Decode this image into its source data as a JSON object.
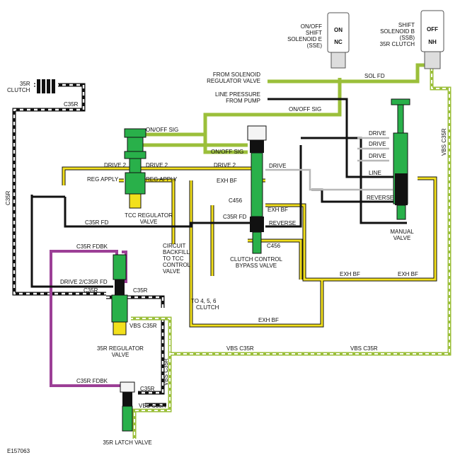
{
  "figure_id": "E157063",
  "colors": {
    "line_black": "#111111",
    "sol_green": "#9bbf3a",
    "yellow": "#f2e01c",
    "purple": "#9c3f96",
    "valve_green": "#29b04a",
    "gray": "#b8b8b8",
    "white": "#ffffff"
  },
  "solenoids": {
    "sse": {
      "state_top": "ON",
      "state_bottom": "NC",
      "label_lines": [
        "ON/OFF",
        "SHIFT",
        "SOLENOID E",
        "(SSE)"
      ]
    },
    "ssb": {
      "state_top": "OFF",
      "state_bottom": "NH",
      "label_lines": [
        "SHIFT",
        "SOLENOID B",
        "(SSB)",
        "35R CLUTCH"
      ]
    }
  },
  "clutch": {
    "label_lines": [
      "35R",
      "CLUTCH"
    ]
  },
  "valves": {
    "tcc": [
      "TCC REGULATOR",
      "VALVE"
    ],
    "ccbv": [
      "CLUTCH CONTROL",
      "BYPASS VALVE"
    ],
    "manual": [
      "MANUAL",
      "VALVE"
    ],
    "regulator35r": [
      "35R REGULATOR",
      "VALVE"
    ],
    "latch35r": "35R LATCH VALVE"
  },
  "notes": {
    "from_solenoid": [
      "FROM SOLENOID",
      "REGULATOR VALVE"
    ],
    "line_pressure": [
      "LINE PRESSURE",
      "FROM PUMP"
    ],
    "circuit_backfill": [
      "CIRCUIT",
      "BACKFILL",
      "TO TCC",
      "CONTROL",
      "VALVE"
    ],
    "to_clutch": [
      "TO 4, 5, 6",
      "CLUTCH"
    ]
  },
  "labels": {
    "sol_fd": "SOL FD",
    "on_off_sig": "ON/OFF SIG",
    "drive": "DRIVE",
    "drive2": "DRIVE 2",
    "line": "LINE",
    "reverse": "REVERSE",
    "reg_apply": "REG APPLY",
    "exh_bf": "EXH BF",
    "c456": "C456",
    "c35r_fd": "C35R FD",
    "c35r": "C35R",
    "c35r_fdbk": "C35R FDBK",
    "drive2_c35r_fd": "DRIVE 2/C35R FD",
    "vbs_c35r": "VBS C35R"
  }
}
